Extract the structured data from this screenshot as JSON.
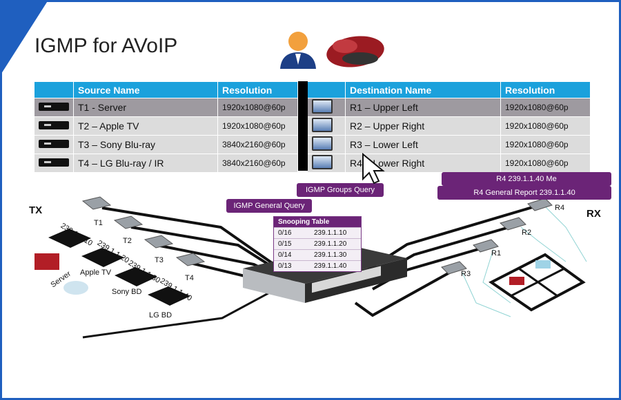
{
  "slide": {
    "title": "IGMP for AVoIP"
  },
  "sources": {
    "headers": [
      "Source Name",
      "Resolution"
    ],
    "rows": [
      {
        "name": "T1 - Server",
        "res": "1920x1080@60p"
      },
      {
        "name": "T2 – Apple TV",
        "res": "1920x1080@60p"
      },
      {
        "name": "T3 – Sony Blu-ray",
        "res": "3840x2160@60p"
      },
      {
        "name": "T4 – LG Blu-ray / IR",
        "res": "3840x2160@60p"
      }
    ]
  },
  "destinations": {
    "headers": [
      "Destination Name",
      "Resolution"
    ],
    "rows": [
      {
        "name": "R1 – Upper Left",
        "res": "1920x1080@60p"
      },
      {
        "name": "R2 – Upper Right",
        "res": "1920x1080@60p"
      },
      {
        "name": "R3 – Lower Left",
        "res": "1920x1080@60p"
      },
      {
        "name": "R4 – Lower Right",
        "res": "1920x1080@60p"
      }
    ]
  },
  "callouts": {
    "groups_query": "IGMP Groups Query",
    "general_query": "IGMP General Query",
    "r4_me": "R4 239.1.1.40 Me",
    "r4_report": "R4 General Report 239.1.1.40"
  },
  "snooping": {
    "title": "Snooping Table",
    "rows": [
      {
        "port": "0/16",
        "group": "239.1.1.10"
      },
      {
        "port": "0/15",
        "group": "239.1.1.20"
      },
      {
        "port": "0/14",
        "group": "239.1.1.30"
      },
      {
        "port": "0/13",
        "group": "239.1.1.40"
      }
    ]
  },
  "tx": {
    "label": "TX",
    "transmitters": [
      "T1",
      "T2",
      "T3",
      "T4"
    ],
    "ips": [
      "239.1.1.10",
      "239.1.1.20",
      "239.1.1.30",
      "239.1.1.40"
    ],
    "sources": [
      "Server",
      "Apple TV",
      "Sony BD",
      "LG BD"
    ]
  },
  "rx": {
    "label": "RX",
    "receivers": [
      "R4",
      "R2",
      "R1",
      "R3"
    ]
  },
  "colors": {
    "accent_blue": "#1ba1dc",
    "callout_purple": "#6b2477",
    "frame_blue": "#1f5fbf"
  }
}
